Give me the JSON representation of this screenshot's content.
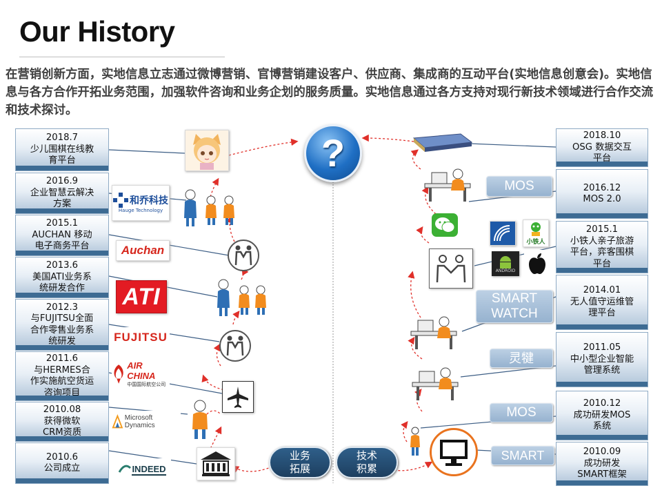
{
  "title": "Our History",
  "intro": "在营销创新方面，实地信息立志通过微博营销、官博营销建设客户、供应商、集成商的互动平台(实地信息创意会)。实地信息与各方合作开拓业务范围，加强软件咨询和业务企划的服务质量。实地信息通过各方支持对现行新技术领域进行合作交流和技术探讨。",
  "left_milestones": [
    {
      "lines": [
        "2018.7",
        "少儿围棋在线教",
        "育平台"
      ]
    },
    {
      "lines": [
        "2016.9",
        "企业智慧云解决",
        "方案"
      ]
    },
    {
      "lines": [
        "2015.1",
        "AUCHAN 移动",
        "电子商务平台"
      ]
    },
    {
      "lines": [
        "2013.6",
        "美国ATI业务系",
        "统研发合作"
      ]
    },
    {
      "lines": [
        "2012.3",
        "与FUJITSU全面",
        "合作零售业务系",
        "统研发"
      ]
    },
    {
      "lines": [
        "2011.6",
        "与HERMES合",
        "作实施航空货运",
        "咨询项目"
      ]
    },
    {
      "lines": [
        "2010.08",
        "获得微软",
        "CRM资质"
      ]
    },
    {
      "lines": [
        "2010.6",
        "公司成立"
      ]
    }
  ],
  "right_milestones": [
    {
      "lines": [
        "2018.10",
        "OSG 数据交互",
        "平台"
      ]
    },
    {
      "lines": [
        "2016.12",
        "MOS 2.0"
      ]
    },
    {
      "lines": [
        "2015.1",
        "小铁人亲子旅游",
        "平台，弈客围棋",
        "平台"
      ]
    },
    {
      "lines": [
        "2014.01",
        "无人值守运维管",
        "理平台"
      ]
    },
    {
      "lines": [
        "2011.05",
        "中小型企业智能",
        "管理系统"
      ]
    },
    {
      "lines": [
        "2010.12",
        "成功研发MOS",
        "系统"
      ]
    },
    {
      "lines": [
        "2010.09",
        "成功研发",
        "SMART框架"
      ]
    }
  ],
  "logos": {
    "hoge": "和乔科技",
    "hoge_sub": "Hauge Technology",
    "auchan": "Auchan",
    "ati": "ATI",
    "fujitsu": "FUJITSU",
    "airchina": "AIR CHINA",
    "airchina_sub": "中国国际航空公司",
    "microsoft": "Microsoft Dynamics",
    "indeed": "INDEED",
    "xiaotieren": "小铁人",
    "android": "ANDROID"
  },
  "tags": {
    "mos_top": "MOS",
    "smart_watch_1": "SMART",
    "smart_watch_2": "WATCH",
    "lingjian": "灵犍",
    "mos_bottom": "MOS",
    "smart": "SMART"
  },
  "center": {
    "question_mark": "?",
    "left_pill": [
      "业务",
      "拓展"
    ],
    "right_pill": [
      "技术",
      "积累"
    ]
  },
  "colors": {
    "box_border": "#8eaac4",
    "box_bar": "#3d6b93",
    "pill": "#1d3f60",
    "dashed_arrow": "#e0302a",
    "person_shirt": "#f28c1e",
    "person_blue": "#2e6fb4",
    "question_blue": "#1f6fc4"
  }
}
